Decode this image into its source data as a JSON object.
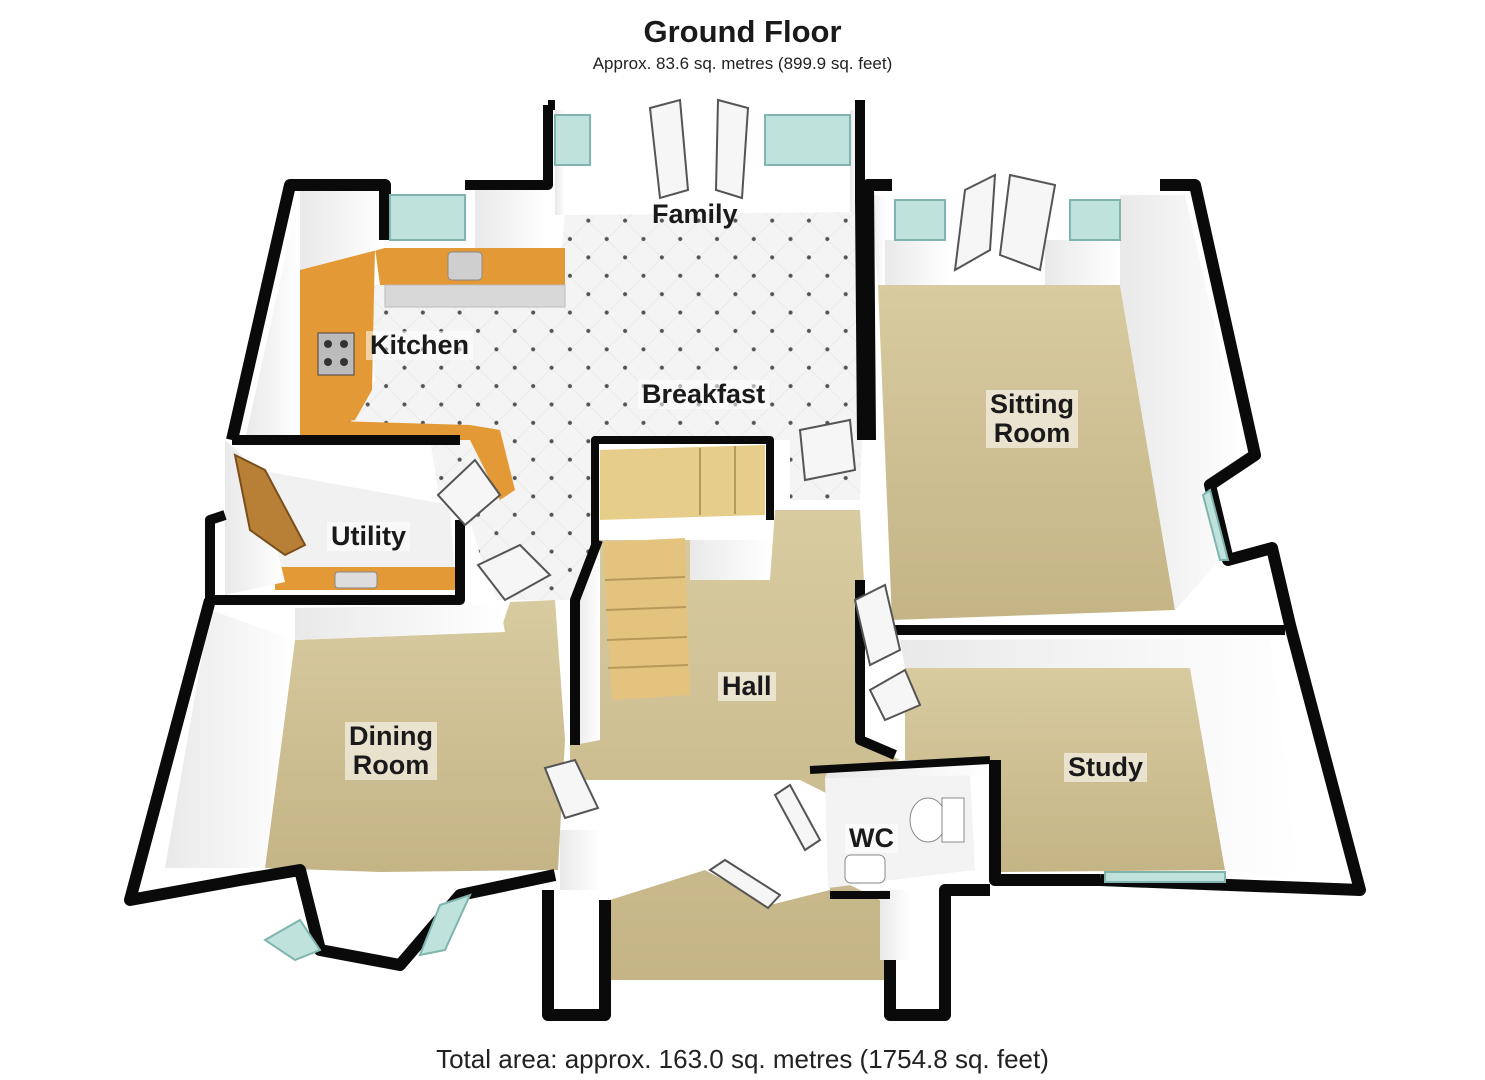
{
  "plan": {
    "title": "Ground Floor",
    "subtitle": "Approx. 83.6 sq. metres (899.9 sq. feet)",
    "footer": "Total area: approx. 163.0 sq. metres (1754.8 sq. feet)"
  },
  "rooms": {
    "family": "Family",
    "kitchen": "Kitchen",
    "breakfast": "Breakfast",
    "sitting": "Sitting\nRoom",
    "utility": "Utility",
    "hall": "Hall",
    "dining": "Dining\nRoom",
    "study": "Study",
    "wc": "WC"
  },
  "colors": {
    "wall": "#0a0a0a",
    "wall_inner": "#ffffff",
    "carpet": "#cdbf93",
    "tile": "#f2f2f2",
    "worktop": "#e0952e",
    "window_glass": "#bfe2dd"
  }
}
